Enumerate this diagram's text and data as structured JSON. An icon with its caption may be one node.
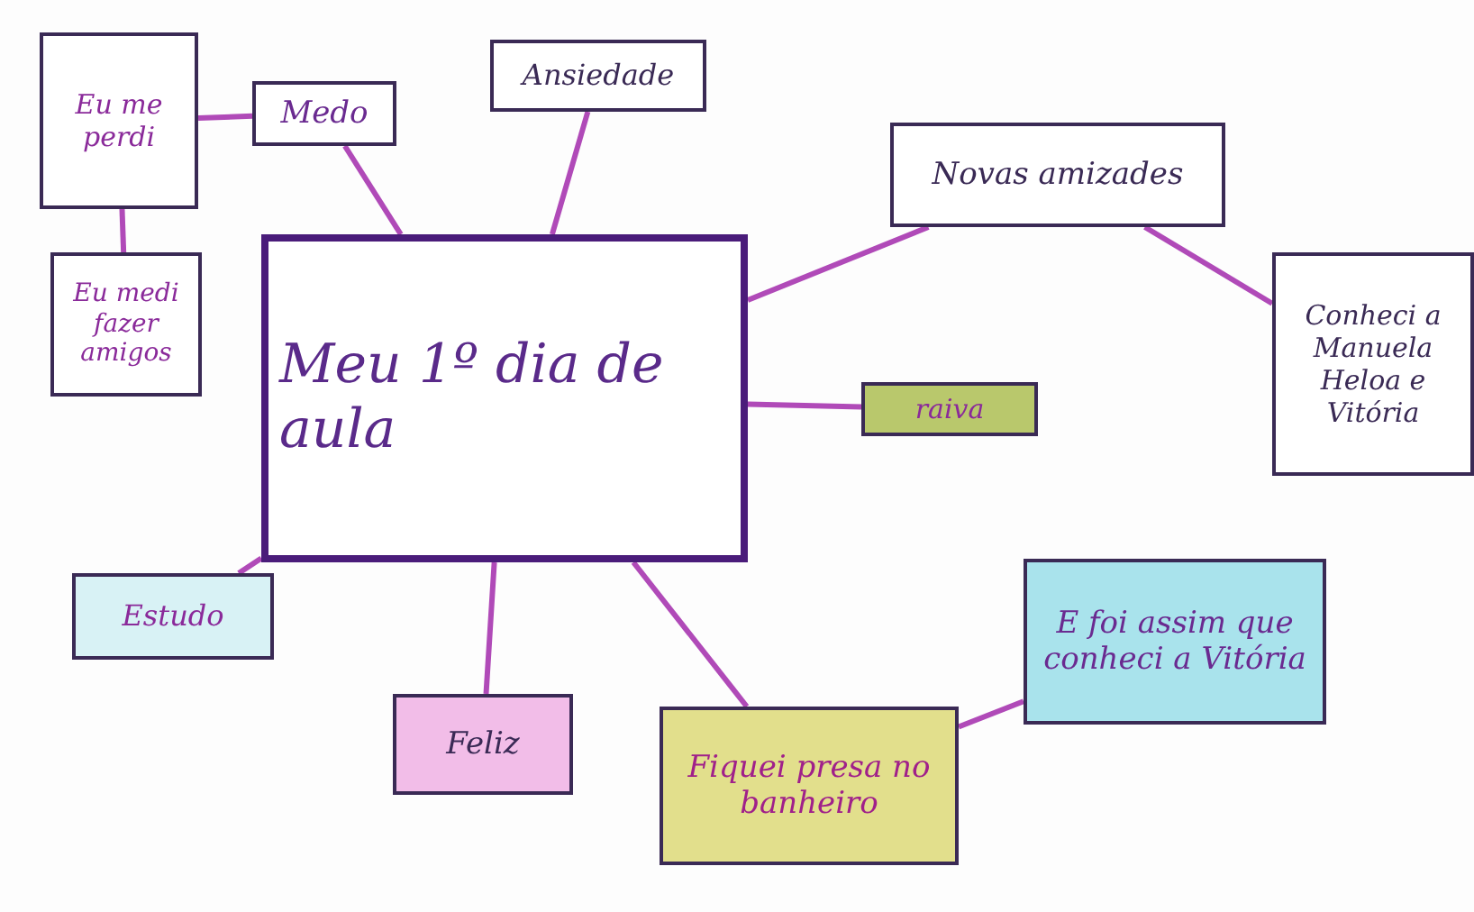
{
  "diagram": {
    "nodes": [
      {
        "text": [
          "Meu 1º dia de aula"
        ]
      },
      {
        "text": [
          "Medo"
        ]
      },
      {
        "text": [
          "Eu me perdi"
        ]
      },
      {
        "text": [
          "Eu medi fazer amigos"
        ]
      },
      {
        "text": [
          "Ansiedade"
        ]
      },
      {
        "text": [
          "Novas amizades"
        ]
      },
      {
        "text": [
          "Conheci a Manuela Heloa e Vitória"
        ]
      },
      {
        "text": [
          "raiva"
        ]
      },
      {
        "text": [
          "Estudo"
        ]
      },
      {
        "text": [
          "Feliz"
        ]
      },
      {
        "text": [
          "Fiquei presa no banheiro"
        ]
      },
      {
        "text": [
          "E foi assim que conheci a Vitória"
        ]
      }
    ],
    "edges": [
      {
        "from": 0,
        "to": 1,
        "arrow": "none"
      },
      {
        "from": 1,
        "to": 2,
        "arrow": "none"
      },
      {
        "from": 2,
        "to": 3,
        "arrow": "none"
      },
      {
        "from": 0,
        "to": 4,
        "arrow": "none"
      },
      {
        "from": 0,
        "to": 5,
        "arrow": "none"
      },
      {
        "from": 5,
        "to": 6,
        "arrow": "none"
      },
      {
        "from": 0,
        "to": 7,
        "arrow": "none"
      },
      {
        "from": 0,
        "to": 8,
        "arrow": "none"
      },
      {
        "from": 0,
        "to": 9,
        "arrow": "none"
      },
      {
        "from": 0,
        "to": 10,
        "arrow": "none"
      },
      {
        "from": 10,
        "to": 11,
        "arrow": "none"
      }
    ]
  }
}
